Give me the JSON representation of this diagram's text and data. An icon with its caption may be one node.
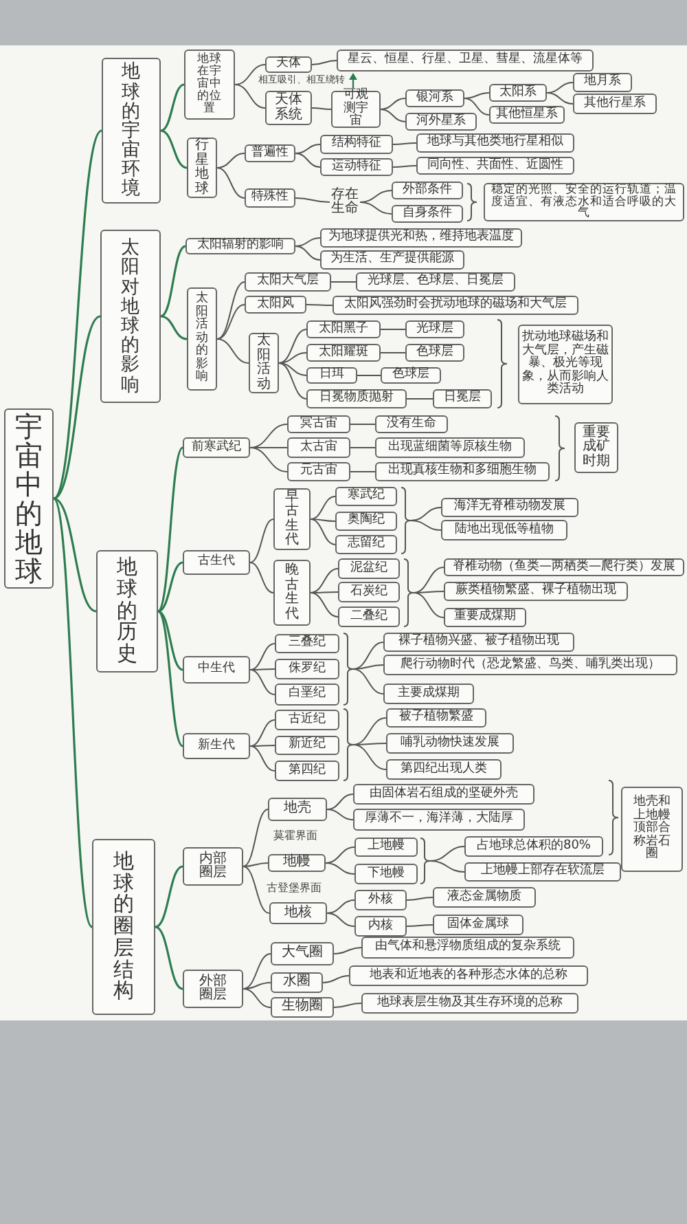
{
  "diagram": {
    "nodes": [
      {
        "text": [
          "宇宙中的地球"
        ]
      },
      {
        "text": [
          "地球的宇宙环境"
        ]
      },
      {
        "text": [
          "地球在宇宙中的位置"
        ]
      },
      {
        "text": [
          "天体"
        ]
      },
      {
        "text": [
          "星云、恒星、行星、卫星、彗星、流星体等"
        ]
      },
      {
        "text": [
          "天体系统"
        ]
      },
      {
        "text": [
          "可观测宇宙"
        ]
      },
      {
        "text": [
          "银河系"
        ]
      },
      {
        "text": [
          "河外星系"
        ]
      },
      {
        "text": [
          "太阳系"
        ]
      },
      {
        "text": [
          "其他恒星系"
        ]
      },
      {
        "text": [
          "地月系"
        ]
      },
      {
        "text": [
          "其他行星系"
        ]
      },
      {
        "text": [
          "行星地球"
        ]
      },
      {
        "text": [
          "普遍性"
        ]
      },
      {
        "text": [
          "结构特征"
        ]
      },
      {
        "text": [
          "地球与其他类地行星相似"
        ]
      },
      {
        "text": [
          "运动特征"
        ]
      },
      {
        "text": [
          "同向性、共面性、近圆性"
        ]
      },
      {
        "text": [
          "特殊性"
        ]
      },
      {
        "text": [
          "存在生命"
        ]
      },
      {
        "text": [
          "外部条件"
        ]
      },
      {
        "text": [
          "自身条件"
        ]
      },
      {
        "text": [
          "稳定的光照、安全的运行轨道；温度适宜、有液态水和适合呼吸的大气"
        ]
      },
      {
        "text": [
          "太阳对地球的影响"
        ]
      },
      {
        "text": [
          "太阳辐射的影响"
        ]
      },
      {
        "text": [
          "为地球提供光和热，维持地表温度"
        ]
      },
      {
        "text": [
          "为生活、生产提供能源"
        ]
      },
      {
        "text": [
          "太阳活动的影响"
        ]
      },
      {
        "text": [
          "太阳大气层"
        ]
      },
      {
        "text": [
          "光球层、色球层、日冕层"
        ]
      },
      {
        "text": [
          "太阳风"
        ]
      },
      {
        "text": [
          "太阳风强劲时会扰动地球的磁场和大气层"
        ]
      },
      {
        "text": [
          "太阳活动"
        ]
      },
      {
        "text": [
          "太阳黑子"
        ]
      },
      {
        "text": [
          "光球层"
        ]
      },
      {
        "text": [
          "太阳耀斑"
        ]
      },
      {
        "text": [
          "色球层"
        ]
      },
      {
        "text": [
          "日珥"
        ]
      },
      {
        "text": [
          "色球层"
        ]
      },
      {
        "text": [
          "日冕物质抛射"
        ]
      },
      {
        "text": [
          "日冕层"
        ]
      },
      {
        "text": [
          "扰动地球磁场和大气层，产生磁暴、极光等现象，从而影响人类活动"
        ]
      },
      {
        "text": [
          "地球的历史"
        ]
      },
      {
        "text": [
          "前寒武纪"
        ]
      },
      {
        "text": [
          "冥古宙"
        ]
      },
      {
        "text": [
          "没有生命"
        ]
      },
      {
        "text": [
          "太古宙"
        ]
      },
      {
        "text": [
          "出现蓝细菌等原核生物"
        ]
      },
      {
        "text": [
          "元古宙"
        ]
      },
      {
        "text": [
          "出现真核生物和多细胞生物"
        ]
      },
      {
        "text": [
          "重要成矿时期"
        ]
      },
      {
        "text": [
          "古生代"
        ]
      },
      {
        "text": [
          "早古生代"
        ]
      },
      {
        "text": [
          "寒武纪"
        ]
      },
      {
        "text": [
          "奥陶纪"
        ]
      },
      {
        "text": [
          "志留纪"
        ]
      },
      {
        "text": [
          "海洋无脊椎动物发展"
        ]
      },
      {
        "text": [
          "陆地出现低等植物"
        ]
      },
      {
        "text": [
          "晚古生代"
        ]
      },
      {
        "text": [
          "泥盆纪"
        ]
      },
      {
        "text": [
          "石炭纪"
        ]
      },
      {
        "text": [
          "二叠纪"
        ]
      },
      {
        "text": [
          "脊椎动物（鱼类—两栖类—爬行类）发展"
        ]
      },
      {
        "text": [
          "蕨类植物繁盛、裸子植物出现"
        ]
      },
      {
        "text": [
          "重要成煤期"
        ]
      },
      {
        "text": [
          "中生代"
        ]
      },
      {
        "text": [
          "三叠纪"
        ]
      },
      {
        "text": [
          "侏罗纪"
        ]
      },
      {
        "text": [
          "白垩纪"
        ]
      },
      {
        "text": [
          "裸子植物兴盛、被子植物出现"
        ]
      },
      {
        "text": [
          "爬行动物时代（恐龙繁盛、鸟类、哺乳类出现）"
        ]
      },
      {
        "text": [
          "主要成煤期"
        ]
      },
      {
        "text": [
          "新生代"
        ]
      },
      {
        "text": [
          "古近纪"
        ]
      },
      {
        "text": [
          "新近纪"
        ]
      },
      {
        "text": [
          "第四纪"
        ]
      },
      {
        "text": [
          "被子植物繁盛"
        ]
      },
      {
        "text": [
          "哺乳动物快速发展"
        ]
      },
      {
        "text": [
          "第四纪出现人类"
        ]
      },
      {
        "text": [
          "地球的圈层结构"
        ]
      },
      {
        "text": [
          "内部圈层"
        ]
      },
      {
        "text": [
          "地壳"
        ]
      },
      {
        "text": [
          "由固体岩石组成的坚硬外壳"
        ]
      },
      {
        "text": [
          "厚薄不一，海洋薄，大陆厚"
        ]
      },
      {
        "text": [
          "地幔"
        ]
      },
      {
        "text": [
          "上地幔"
        ]
      },
      {
        "text": [
          "下地幔"
        ]
      },
      {
        "text": [
          "占地球总体积的80%"
        ]
      },
      {
        "text": [
          "上地幔上部存在软流层"
        ]
      },
      {
        "text": [
          "地核"
        ]
      },
      {
        "text": [
          "外核"
        ]
      },
      {
        "text": [
          "内核"
        ]
      },
      {
        "text": [
          "液态金属物质"
        ]
      },
      {
        "text": [
          "固体金属球"
        ]
      },
      {
        "text": [
          "地壳和上地幔顶部合称岩石圈"
        ]
      },
      {
        "text": [
          "外部圈层"
        ]
      },
      {
        "text": [
          "大气圈"
        ]
      },
      {
        "text": [
          "由气体和悬浮物质组成的复杂系统"
        ]
      },
      {
        "text": [
          "水圈"
        ]
      },
      {
        "text": [
          "地表和近地表的各种形态水体的总称"
        ]
      },
      {
        "text": [
          "生物圈"
        ]
      },
      {
        "text": [
          "地球表层生物及其生存环境的总称"
        ]
      },
      {
        "text": [],
        "shape": "brace"
      },
      {
        "text": [],
        "shape": "brace"
      },
      {
        "text": [],
        "shape": "brace"
      },
      {
        "text": [],
        "shape": "brace"
      },
      {
        "text": [],
        "shape": "brace"
      },
      {
        "text": [],
        "shape": "brace"
      },
      {
        "text": [],
        "shape": "brace"
      },
      {
        "text": [],
        "shape": "brace"
      },
      {
        "text": [],
        "shape": "brace"
      }
    ],
    "edges": [
      {
        "from": 0,
        "to": 1,
        "arrow": "none",
        "color": "#2e7d4f"
      },
      {
        "from": 0,
        "to": 24,
        "arrow": "none",
        "color": "#2e7d4f"
      },
      {
        "from": 0,
        "to": 43,
        "arrow": "none",
        "color": "#2e7d4f"
      },
      {
        "from": 0,
        "to": 80,
        "arrow": "none",
        "color": "#2e7d4f"
      },
      {
        "from": 1,
        "to": 2,
        "arrow": "none",
        "color": "#2e7d4f"
      },
      {
        "from": 1,
        "to": 13,
        "arrow": "none",
        "color": "#2e7d4f"
      },
      {
        "from": 2,
        "to": 3,
        "arrow": "none"
      },
      {
        "from": 2,
        "to": 5,
        "arrow": "none"
      },
      {
        "from": 3,
        "to": 4,
        "arrow": "none"
      },
      {
        "from": 5,
        "to": 6,
        "arrow": "none"
      },
      {
        "from": 6,
        "to": 7,
        "arrow": "none"
      },
      {
        "from": 6,
        "to": 8,
        "arrow": "none"
      },
      {
        "from": 7,
        "to": 9,
        "arrow": "none"
      },
      {
        "from": 7,
        "to": 10,
        "arrow": "none"
      },
      {
        "from": 9,
        "to": 11,
        "arrow": "none"
      },
      {
        "from": 9,
        "to": 12,
        "arrow": "none"
      },
      {
        "from": 13,
        "to": 14,
        "arrow": "none"
      },
      {
        "from": 13,
        "to": 19,
        "arrow": "none"
      },
      {
        "from": 14,
        "to": 15,
        "arrow": "none"
      },
      {
        "from": 14,
        "to": 17,
        "arrow": "none"
      },
      {
        "from": 15,
        "to": 16,
        "arrow": "none"
      },
      {
        "from": 17,
        "to": 18,
        "arrow": "none"
      },
      {
        "from": 19,
        "to": 20,
        "arrow": "none"
      },
      {
        "from": 20,
        "to": 21,
        "arrow": "none"
      },
      {
        "from": 20,
        "to": 22,
        "arrow": "none"
      },
      {
        "from": 24,
        "to": 25,
        "arrow": "none",
        "color": "#2e7d4f"
      },
      {
        "from": 24,
        "to": 28,
        "arrow": "none",
        "color": "#2e7d4f"
      },
      {
        "from": 25,
        "to": 26,
        "arrow": "none"
      },
      {
        "from": 25,
        "to": 27,
        "arrow": "none"
      },
      {
        "from": 28,
        "to": 29,
        "arrow": "none"
      },
      {
        "from": 28,
        "to": 31,
        "arrow": "none"
      },
      {
        "from": 28,
        "to": 33,
        "arrow": "none"
      },
      {
        "from": 29,
        "to": 30,
        "arrow": "none"
      },
      {
        "from": 31,
        "to": 32,
        "arrow": "none"
      },
      {
        "from": 33,
        "to": 34,
        "arrow": "none"
      },
      {
        "from": 33,
        "to": 36,
        "arrow": "none"
      },
      {
        "from": 33,
        "to": 38,
        "arrow": "none"
      },
      {
        "from": 33,
        "to": 40,
        "arrow": "none"
      },
      {
        "from": 34,
        "to": 35,
        "arrow": "none"
      },
      {
        "from": 36,
        "to": 37,
        "arrow": "none"
      },
      {
        "from": 38,
        "to": 39,
        "arrow": "none"
      },
      {
        "from": 40,
        "to": 41,
        "arrow": "none"
      },
      {
        "from": 43,
        "to": 44,
        "arrow": "none",
        "color": "#2e7d4f"
      },
      {
        "from": 43,
        "to": 52,
        "arrow": "none",
        "color": "#2e7d4f"
      },
      {
        "from": 43,
        "to": 66,
        "arrow": "none",
        "color": "#2e7d4f"
      },
      {
        "from": 43,
        "to": 73,
        "arrow": "none",
        "color": "#2e7d4f"
      },
      {
        "from": 44,
        "to": 45,
        "arrow": "none"
      },
      {
        "from": 44,
        "to": 47,
        "arrow": "none"
      },
      {
        "from": 44,
        "to": 49,
        "arrow": "none"
      },
      {
        "from": 45,
        "to": 46,
        "arrow": "none"
      },
      {
        "from": 47,
        "to": 48,
        "arrow": "none"
      },
      {
        "from": 49,
        "to": 50,
        "arrow": "none"
      },
      {
        "from": 52,
        "to": 53,
        "arrow": "none"
      },
      {
        "from": 52,
        "to": 59,
        "arrow": "none"
      },
      {
        "from": 53,
        "to": 54,
        "arrow": "none"
      },
      {
        "from": 53,
        "to": 55,
        "arrow": "none"
      },
      {
        "from": 53,
        "to": 56,
        "arrow": "none"
      },
      {
        "from": 106,
        "to": 57,
        "arrow": "none"
      },
      {
        "from": 106,
        "to": 58,
        "arrow": "none"
      },
      {
        "from": 59,
        "to": 60,
        "arrow": "none"
      },
      {
        "from": 59,
        "to": 61,
        "arrow": "none"
      },
      {
        "from": 59,
        "to": 62,
        "arrow": "none"
      },
      {
        "from": 107,
        "to": 63,
        "arrow": "none"
      },
      {
        "from": 107,
        "to": 64,
        "arrow": "none"
      },
      {
        "from": 107,
        "to": 65,
        "arrow": "none"
      },
      {
        "from": 66,
        "to": 67,
        "arrow": "none"
      },
      {
        "from": 66,
        "to": 68,
        "arrow": "none"
      },
      {
        "from": 66,
        "to": 69,
        "arrow": "none"
      },
      {
        "from": 108,
        "to": 70,
        "arrow": "none"
      },
      {
        "from": 108,
        "to": 71,
        "arrow": "none"
      },
      {
        "from": 108,
        "to": 72,
        "arrow": "none"
      },
      {
        "from": 73,
        "to": 74,
        "arrow": "none"
      },
      {
        "from": 73,
        "to": 75,
        "arrow": "none"
      },
      {
        "from": 73,
        "to": 76,
        "arrow": "none"
      },
      {
        "from": 109,
        "to": 77,
        "arrow": "none"
      },
      {
        "from": 109,
        "to": 78,
        "arrow": "none"
      },
      {
        "from": 109,
        "to": 79,
        "arrow": "none"
      },
      {
        "from": 80,
        "to": 81,
        "arrow": "none",
        "color": "#2e7d4f"
      },
      {
        "from": 80,
        "to": 96,
        "arrow": "none",
        "color": "#2e7d4f"
      },
      {
        "from": 81,
        "to": 82,
        "arrow": "none"
      },
      {
        "from": 81,
        "to": 85,
        "arrow": "none"
      },
      {
        "from": 81,
        "to": 90,
        "arrow": "none"
      },
      {
        "from": 82,
        "to": 83,
        "arrow": "none"
      },
      {
        "from": 82,
        "to": 84,
        "arrow": "none"
      },
      {
        "from": 85,
        "to": 86,
        "arrow": "none"
      },
      {
        "from": 85,
        "to": 87,
        "arrow": "none"
      },
      {
        "from": 110,
        "to": 88,
        "arrow": "none"
      },
      {
        "from": 110,
        "to": 89,
        "arrow": "none"
      },
      {
        "from": 90,
        "to": 91,
        "arrow": "none"
      },
      {
        "from": 90,
        "to": 92,
        "arrow": "none"
      },
      {
        "from": 91,
        "to": 93,
        "arrow": "none"
      },
      {
        "from": 92,
        "to": 94,
        "arrow": "none"
      },
      {
        "from": 96,
        "to": 97,
        "arrow": "none"
      },
      {
        "from": 96,
        "to": 99,
        "arrow": "none"
      },
      {
        "from": 96,
        "to": 101,
        "arrow": "none"
      },
      {
        "from": 97,
        "to": 98,
        "arrow": "none"
      },
      {
        "from": 99,
        "to": 100,
        "arrow": "none"
      },
      {
        "from": 101,
        "to": 102,
        "arrow": "none"
      }
    ],
    "labels": [
      "相互吸引、相互绕转",
      "莫霍界面",
      "古登堡界面"
    ]
  }
}
